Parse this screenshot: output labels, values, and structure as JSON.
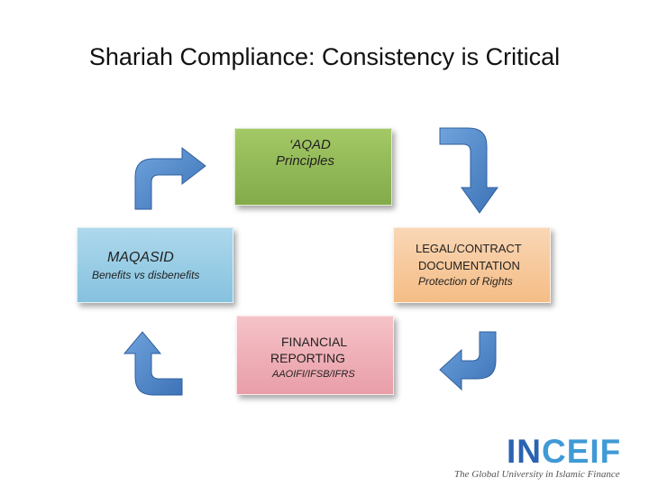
{
  "title": "Shariah Compliance: Consistency is Critical",
  "boxes": {
    "aqad": {
      "line1": "‘AQAD",
      "line2": "Principles",
      "color": "#91b856"
    },
    "maqasid": {
      "line1": "MAQASID",
      "line2": "Benefits vs disbenefits",
      "color": "#97cce5"
    },
    "legal": {
      "line1": "LEGAL/CONTRACT",
      "line2": "DOCUMENTATION",
      "line3": "Protection of Rights",
      "color": "#f7c89b"
    },
    "financial": {
      "line1": "FINANCIAL",
      "line2": "REPORTING",
      "line3": "AAOIFI/IFSB/IFRS",
      "color": "#efaeb6"
    }
  },
  "arrow_color": "#4f86c6",
  "logo": {
    "word_part1": "IN",
    "word_part2": "CEIF",
    "part1_color": "#2b63b3",
    "part2_color": "#3f9ad6",
    "tagline": "The Global University in Islamic Finance"
  }
}
